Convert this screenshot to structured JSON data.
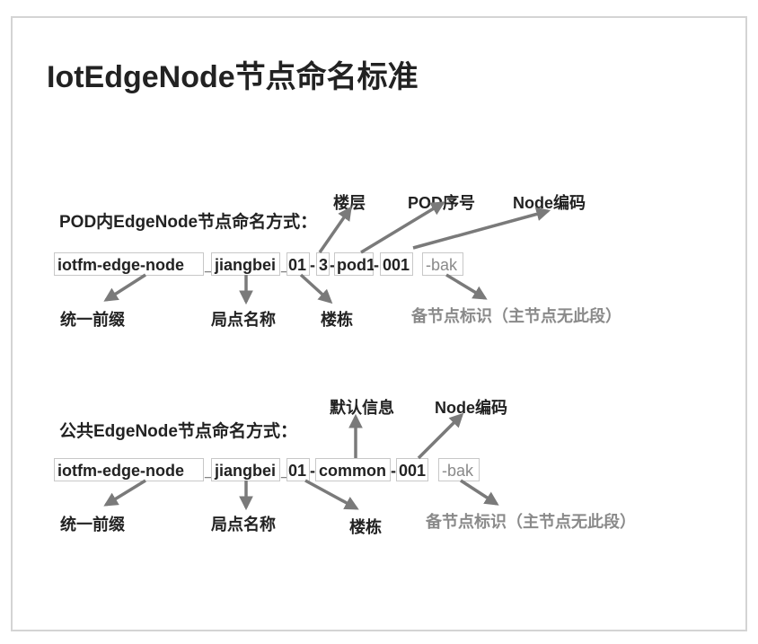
{
  "title": "IotEdgeNode节点命名标准",
  "pod": {
    "heading": "POD内EdgeNode节点命名方式：",
    "segments": {
      "prefix": "iotfm-edge-node",
      "sep1": "_",
      "site": "jiangbei",
      "sep2": "_",
      "building": "01",
      "dash1": "-",
      "floor": "3",
      "dash2": "-",
      "podnum": "pod1",
      "dash3": "-",
      "nodecode": "001",
      "bak": "-bak"
    },
    "labels": {
      "floor": "楼层",
      "podnum": "POD序号",
      "nodecode": "Node编码",
      "prefix": "统一前缀",
      "site": "局点名称",
      "building": "楼栋",
      "bak": "备节点标识（主节点无此段）"
    }
  },
  "common": {
    "heading": "公共EdgeNode节点命名方式：",
    "segments": {
      "prefix": "iotfm-edge-node",
      "sep1": "_",
      "site": "jiangbei",
      "sep2": "_",
      "building": "01",
      "dash1": "-",
      "default": "common",
      "dash2": "-",
      "nodecode": "001",
      "bak": "-bak"
    },
    "labels": {
      "default": "默认信息",
      "nodecode": "Node编码",
      "prefix": "统一前缀",
      "site": "局点名称",
      "building": "楼栋",
      "bak": "备节点标识（主节点无此段）"
    }
  },
  "colors": {
    "arrow": "#7a7a7a",
    "box_border": "#c8c8c8",
    "bak_text": "#8a8a8a"
  }
}
